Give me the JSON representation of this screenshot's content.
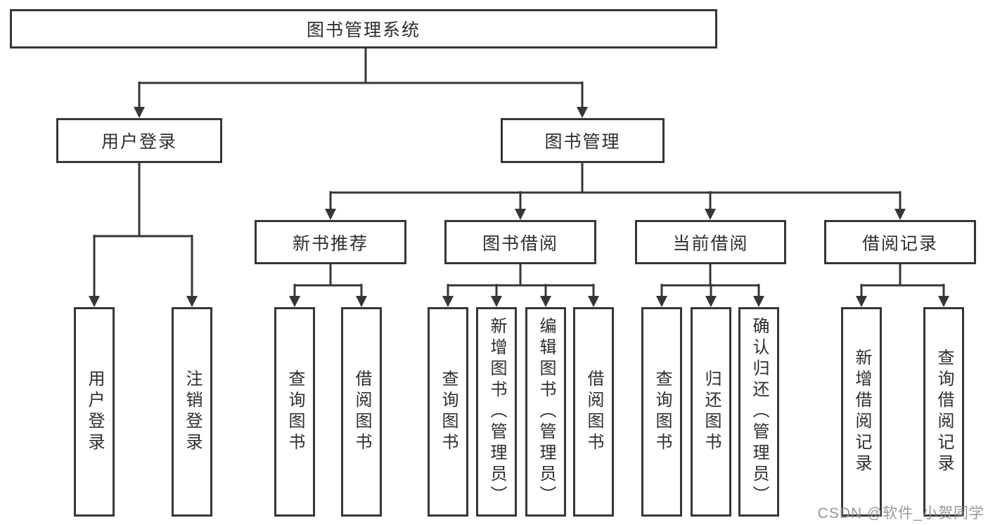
{
  "tree": {
    "root_label": "图书管理系统",
    "branches": [
      {
        "label": "用户登录",
        "leaves": [
          "用户登录",
          "注销登录"
        ]
      },
      {
        "label": "图书管理",
        "groups": [
          {
            "label": "新书推荐",
            "leaves": [
              "查询图书",
              "借阅图书"
            ]
          },
          {
            "label": "图书借阅",
            "leaves": [
              "查询图书",
              "新增图书（管理员）",
              "编辑图书（管理员）",
              "借阅图书"
            ]
          },
          {
            "label": "当前借阅",
            "leaves": [
              "查询图书",
              "归还图书",
              "确认归还（管理员）"
            ]
          },
          {
            "label": "借阅记录",
            "leaves": [
              "新增借阅记录",
              "查询借阅记录"
            ]
          }
        ]
      }
    ]
  },
  "watermark": "CSDN @软件_小贺同学",
  "colors": {
    "line": "#363636",
    "text": "#2e2e2e",
    "watermark": "#8c8c8c",
    "background": "#ffffff"
  }
}
